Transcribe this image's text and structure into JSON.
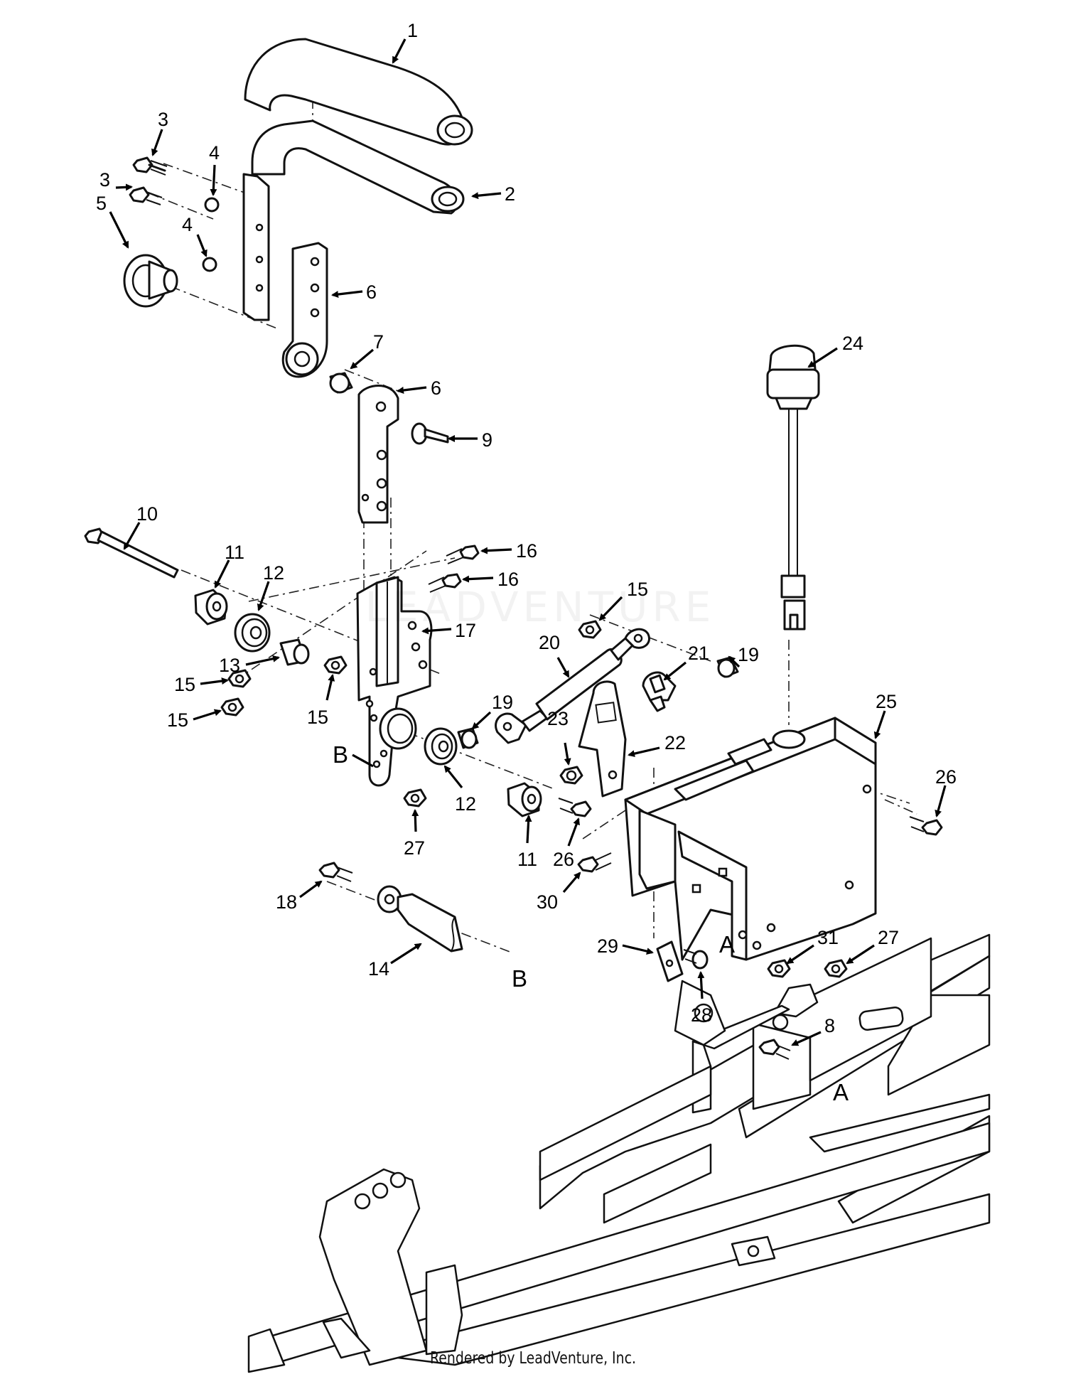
{
  "footer": {
    "credit": "Rendered by LeadVenture, Inc."
  },
  "watermark": "LEADVENTURE",
  "reference_letters": [
    "A",
    "B"
  ],
  "callouts": [
    {
      "id": "c1",
      "text": "1"
    },
    {
      "id": "c2",
      "text": "2"
    },
    {
      "id": "c3a",
      "text": "3"
    },
    {
      "id": "c3b",
      "text": "3"
    },
    {
      "id": "c4a",
      "text": "4"
    },
    {
      "id": "c4b",
      "text": "4"
    },
    {
      "id": "c5",
      "text": "5"
    },
    {
      "id": "c6a",
      "text": "6"
    },
    {
      "id": "c6b",
      "text": "6"
    },
    {
      "id": "c7",
      "text": "7"
    },
    {
      "id": "c8",
      "text": "8"
    },
    {
      "id": "c9",
      "text": "9"
    },
    {
      "id": "c10",
      "text": "10"
    },
    {
      "id": "c11a",
      "text": "11"
    },
    {
      "id": "c11b",
      "text": "11"
    },
    {
      "id": "c12a",
      "text": "12"
    },
    {
      "id": "c12b",
      "text": "12"
    },
    {
      "id": "c13",
      "text": "13"
    },
    {
      "id": "c14",
      "text": "14"
    },
    {
      "id": "c15a",
      "text": "15"
    },
    {
      "id": "c15b",
      "text": "15"
    },
    {
      "id": "c15c",
      "text": "15"
    },
    {
      "id": "c15d",
      "text": "15"
    },
    {
      "id": "c16a",
      "text": "16"
    },
    {
      "id": "c16b",
      "text": "16"
    },
    {
      "id": "c17",
      "text": "17"
    },
    {
      "id": "c18",
      "text": "18"
    },
    {
      "id": "c19a",
      "text": "19"
    },
    {
      "id": "c19b",
      "text": "19"
    },
    {
      "id": "c20",
      "text": "20"
    },
    {
      "id": "c21",
      "text": "21"
    },
    {
      "id": "c22",
      "text": "22"
    },
    {
      "id": "c23",
      "text": "23"
    },
    {
      "id": "c24",
      "text": "24"
    },
    {
      "id": "c25",
      "text": "25"
    },
    {
      "id": "c26a",
      "text": "26"
    },
    {
      "id": "c26b",
      "text": "26"
    },
    {
      "id": "c27a",
      "text": "27"
    },
    {
      "id": "c27b",
      "text": "27"
    },
    {
      "id": "c28",
      "text": "28"
    },
    {
      "id": "c29",
      "text": "29"
    },
    {
      "id": "c30",
      "text": "30"
    },
    {
      "id": "c31",
      "text": "31"
    }
  ]
}
